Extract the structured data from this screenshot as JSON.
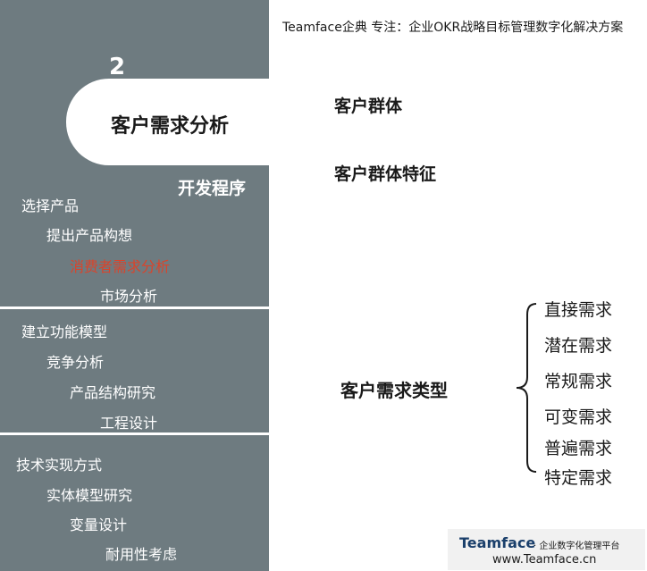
{
  "header_text": "Teamface企典 专注：企业OKR战略目标管理数字化解决方案",
  "section_number": "2",
  "section_title": "客户需求分析",
  "dev_label": "开发程序",
  "menu": [
    {
      "label": "选择产品"
    },
    {
      "label": "提出产品构想"
    },
    {
      "label": "消费者需求分析",
      "active": true
    },
    {
      "label": "市场分析"
    },
    {
      "label": "建立功能模型"
    },
    {
      "label": "竞争分析"
    },
    {
      "label": "产品结构研究"
    },
    {
      "label": "工程设计"
    },
    {
      "label": "技术实现方式"
    },
    {
      "label": "实体模型研究"
    },
    {
      "label": "变量设计"
    },
    {
      "label": "耐用性考虑"
    }
  ],
  "topics": [
    "客户群体",
    "客户群体特征"
  ],
  "demand_type_label": "客户需求类型",
  "demand_types": [
    "直接需求",
    "潜在需求",
    "常规需求",
    "可变需求",
    "普遍需求",
    "特定需求"
  ],
  "logo": {
    "brand": "Teamface",
    "tagline": "· 企业数字化管理平台",
    "url": "www.Teamface.cn"
  },
  "colors": {
    "panel": "#6e7b80",
    "active_item": "#d9442b",
    "brand": "#1a3f6b"
  }
}
